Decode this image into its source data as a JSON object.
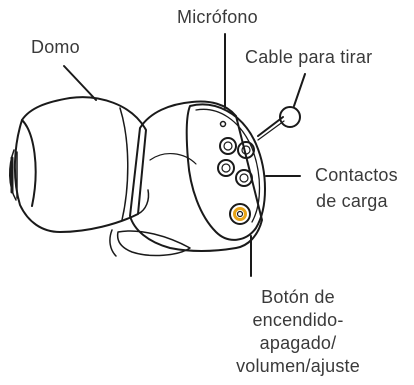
{
  "labels": {
    "microphone": "Micrófono",
    "dome": "Domo",
    "pull_cable": "Cable para tirar",
    "charging_contacts_line1": "Contactos",
    "charging_contacts_line2": "de carga",
    "button_line1": "Botón de",
    "button_line2": "encendido-",
    "button_line3": "apagado/",
    "button_line4": "volumen/ajuste"
  },
  "colors": {
    "ink": "#1a1a1a",
    "text": "#3a3a3a",
    "button_accent": "#e8a317"
  }
}
